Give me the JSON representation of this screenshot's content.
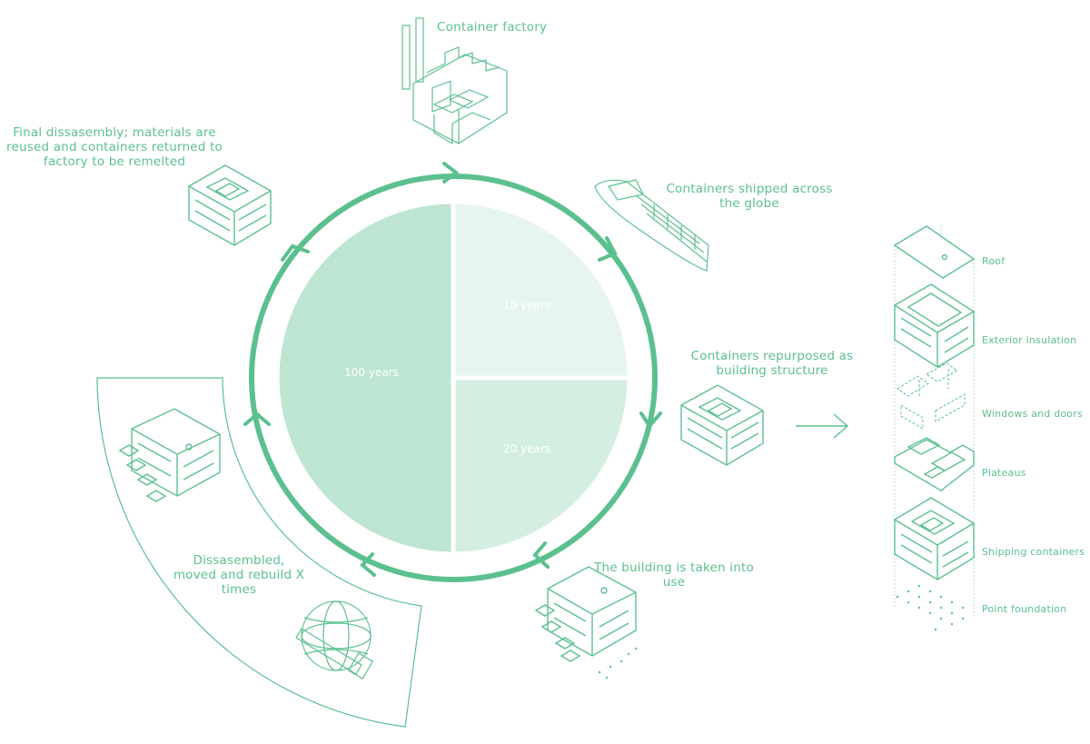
{
  "colors": {
    "accent": "#5cc08e",
    "pie_dark": "#bde5d2",
    "pie_light": "#e6f5ee",
    "pie_mid": "#d4efe2"
  },
  "labels": {
    "container_factory": "Container factory",
    "shipped": "Containers shipped across the globe",
    "repurposed": "Containers repurposed as building structure",
    "taken_into_use": "The building is taken into use",
    "disassembled": "Dissasembled, moved and rebuild X times",
    "final": "Final dissasembly; materials are reused and containers returned to factory to  be remelted"
  },
  "layers": [
    {
      "label": "Roof",
      "icon": "roof-layer-icon"
    },
    {
      "label": "Exterior insulation",
      "icon": "insulation-layer-icon"
    },
    {
      "label": "Windows and doors",
      "icon": "windows-layer-icon"
    },
    {
      "label": "Plateaus",
      "icon": "plateaus-layer-icon"
    },
    {
      "label": "Shipping containers",
      "icon": "containers-layer-icon"
    },
    {
      "label": "Point foundation",
      "icon": "foundation-layer-icon"
    }
  ],
  "chart_data": {
    "type": "pie",
    "slices": [
      {
        "label": "100 years",
        "value": 50
      },
      {
        "label": "10 years",
        "value": 25
      },
      {
        "label": "20 years",
        "value": 25
      }
    ]
  }
}
